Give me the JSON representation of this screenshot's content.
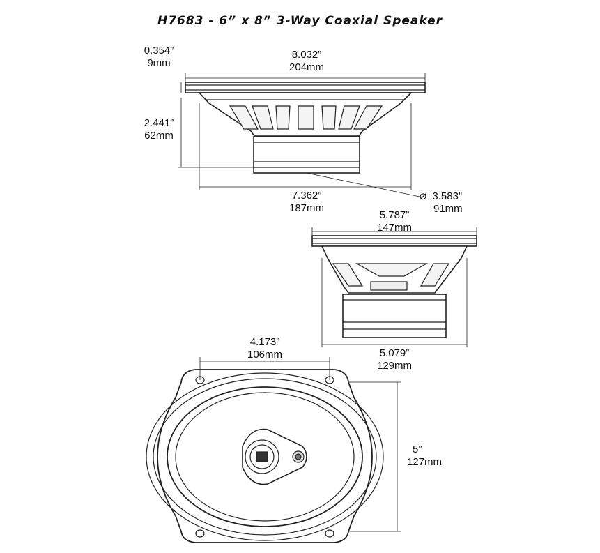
{
  "title": "H7683 - 6” x 8” 3-Way Coaxial Speaker",
  "side_view_long": {
    "flange_thickness": {
      "in": "0.354”",
      "mm": "9mm"
    },
    "overall_width": {
      "in": "8.032”",
      "mm": "204mm"
    },
    "mounting_depth": {
      "in": "2.441”",
      "mm": "62mm"
    },
    "cutout_width": {
      "in": "7.362”",
      "mm": "187mm"
    },
    "magnet_diameter": {
      "symbol": "⌀",
      "in": "3.583”",
      "mm": "91mm"
    }
  },
  "side_view_short": {
    "overall_width": {
      "in": "5.787”",
      "mm": "147mm"
    },
    "cutout_width": {
      "in": "5.079”",
      "mm": "129mm"
    }
  },
  "front_view": {
    "hole_spacing": {
      "in": "4.173”",
      "mm": "106mm"
    },
    "height": {
      "in": "5”",
      "mm": "127mm"
    }
  }
}
